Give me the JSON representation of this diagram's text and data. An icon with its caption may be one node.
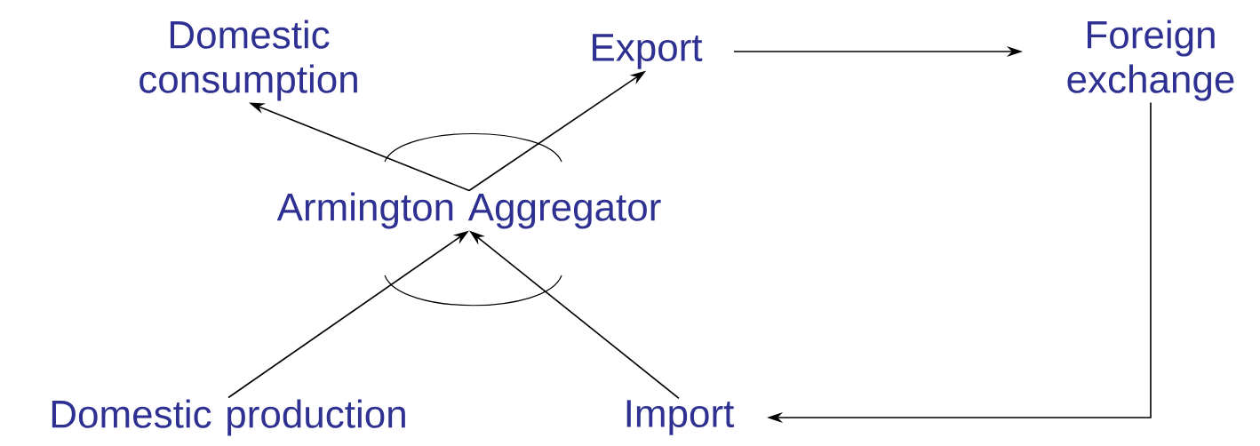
{
  "diagram": {
    "nodes": [
      {
        "text": [
          "Domestic consumption"
        ]
      },
      {
        "text": [
          "Export"
        ]
      },
      {
        "text": [
          "Foreign exchange"
        ]
      },
      {
        "text": [
          "Armington Aggregator"
        ]
      },
      {
        "text": [
          "Domestic production"
        ]
      },
      {
        "text": [
          "Import"
        ]
      }
    ],
    "edges": [
      {
        "from": 3,
        "to": 0,
        "arrow": "to"
      },
      {
        "from": 3,
        "to": 1,
        "arrow": "to"
      },
      {
        "from": 1,
        "to": 2,
        "arrow": "to"
      },
      {
        "from": 2,
        "to": 5,
        "arrow": "to"
      },
      {
        "from": 4,
        "to": 3,
        "arrow": "to"
      },
      {
        "from": 5,
        "to": 3,
        "arrow": "to"
      }
    ]
  }
}
